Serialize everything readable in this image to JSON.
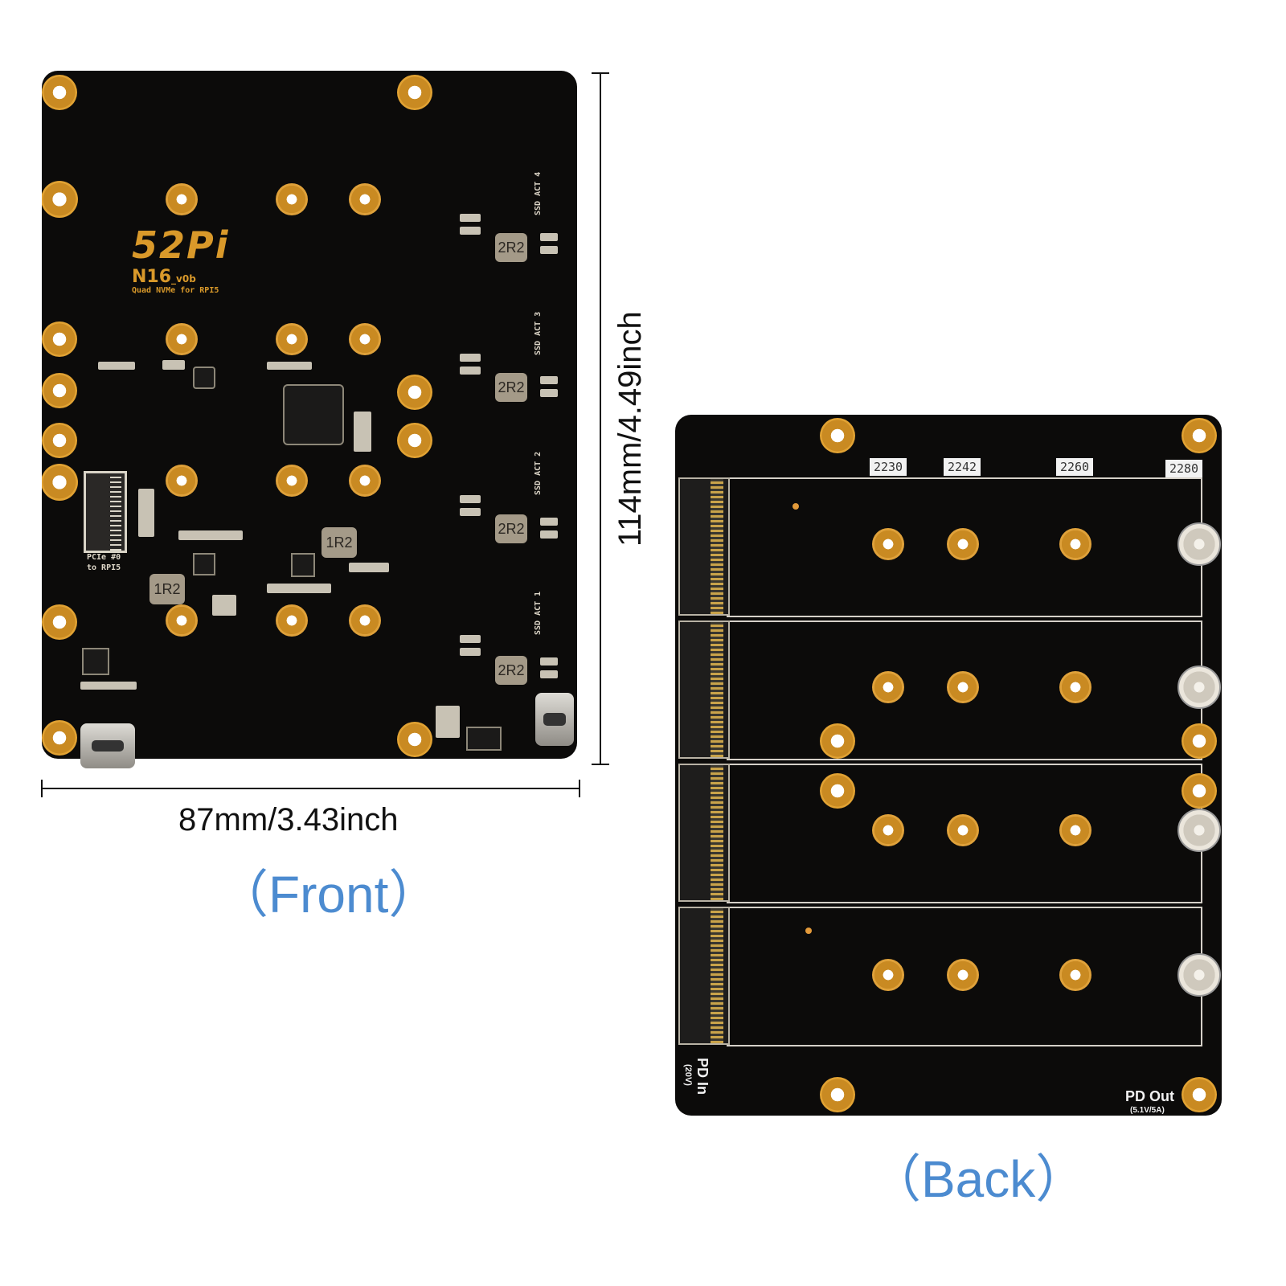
{
  "front": {
    "caption": "（Front）",
    "width_label": "87mm/3.43inch",
    "height_label": "114mm/4.49inch",
    "logo": "52Pi",
    "model": "N16",
    "model_version": "_v0b",
    "subtitle": "Quad NVMe for RPI5",
    "pcie_label_1": "PCIe #0",
    "pcie_label_2": "to RPI5",
    "ssd_labels": [
      "SSD ACT 4",
      "SSD ACT 3",
      "SSD ACT 2",
      "SSD ACT 1"
    ],
    "inductor_2r2": "2R2",
    "inductor_1r2": "1R2"
  },
  "back": {
    "caption": "（Back）",
    "size_tabs": [
      "2230",
      "2242",
      "2260",
      "2280"
    ],
    "pd_in": "PD In",
    "pd_in_spec": "(20V)",
    "pd_out": "PD Out",
    "pd_out_spec": "(5.1V/5A)"
  },
  "colors": {
    "pcb": "#0c0b0a",
    "gold": "#d9992a",
    "caption_blue": "#4c8bd0"
  }
}
